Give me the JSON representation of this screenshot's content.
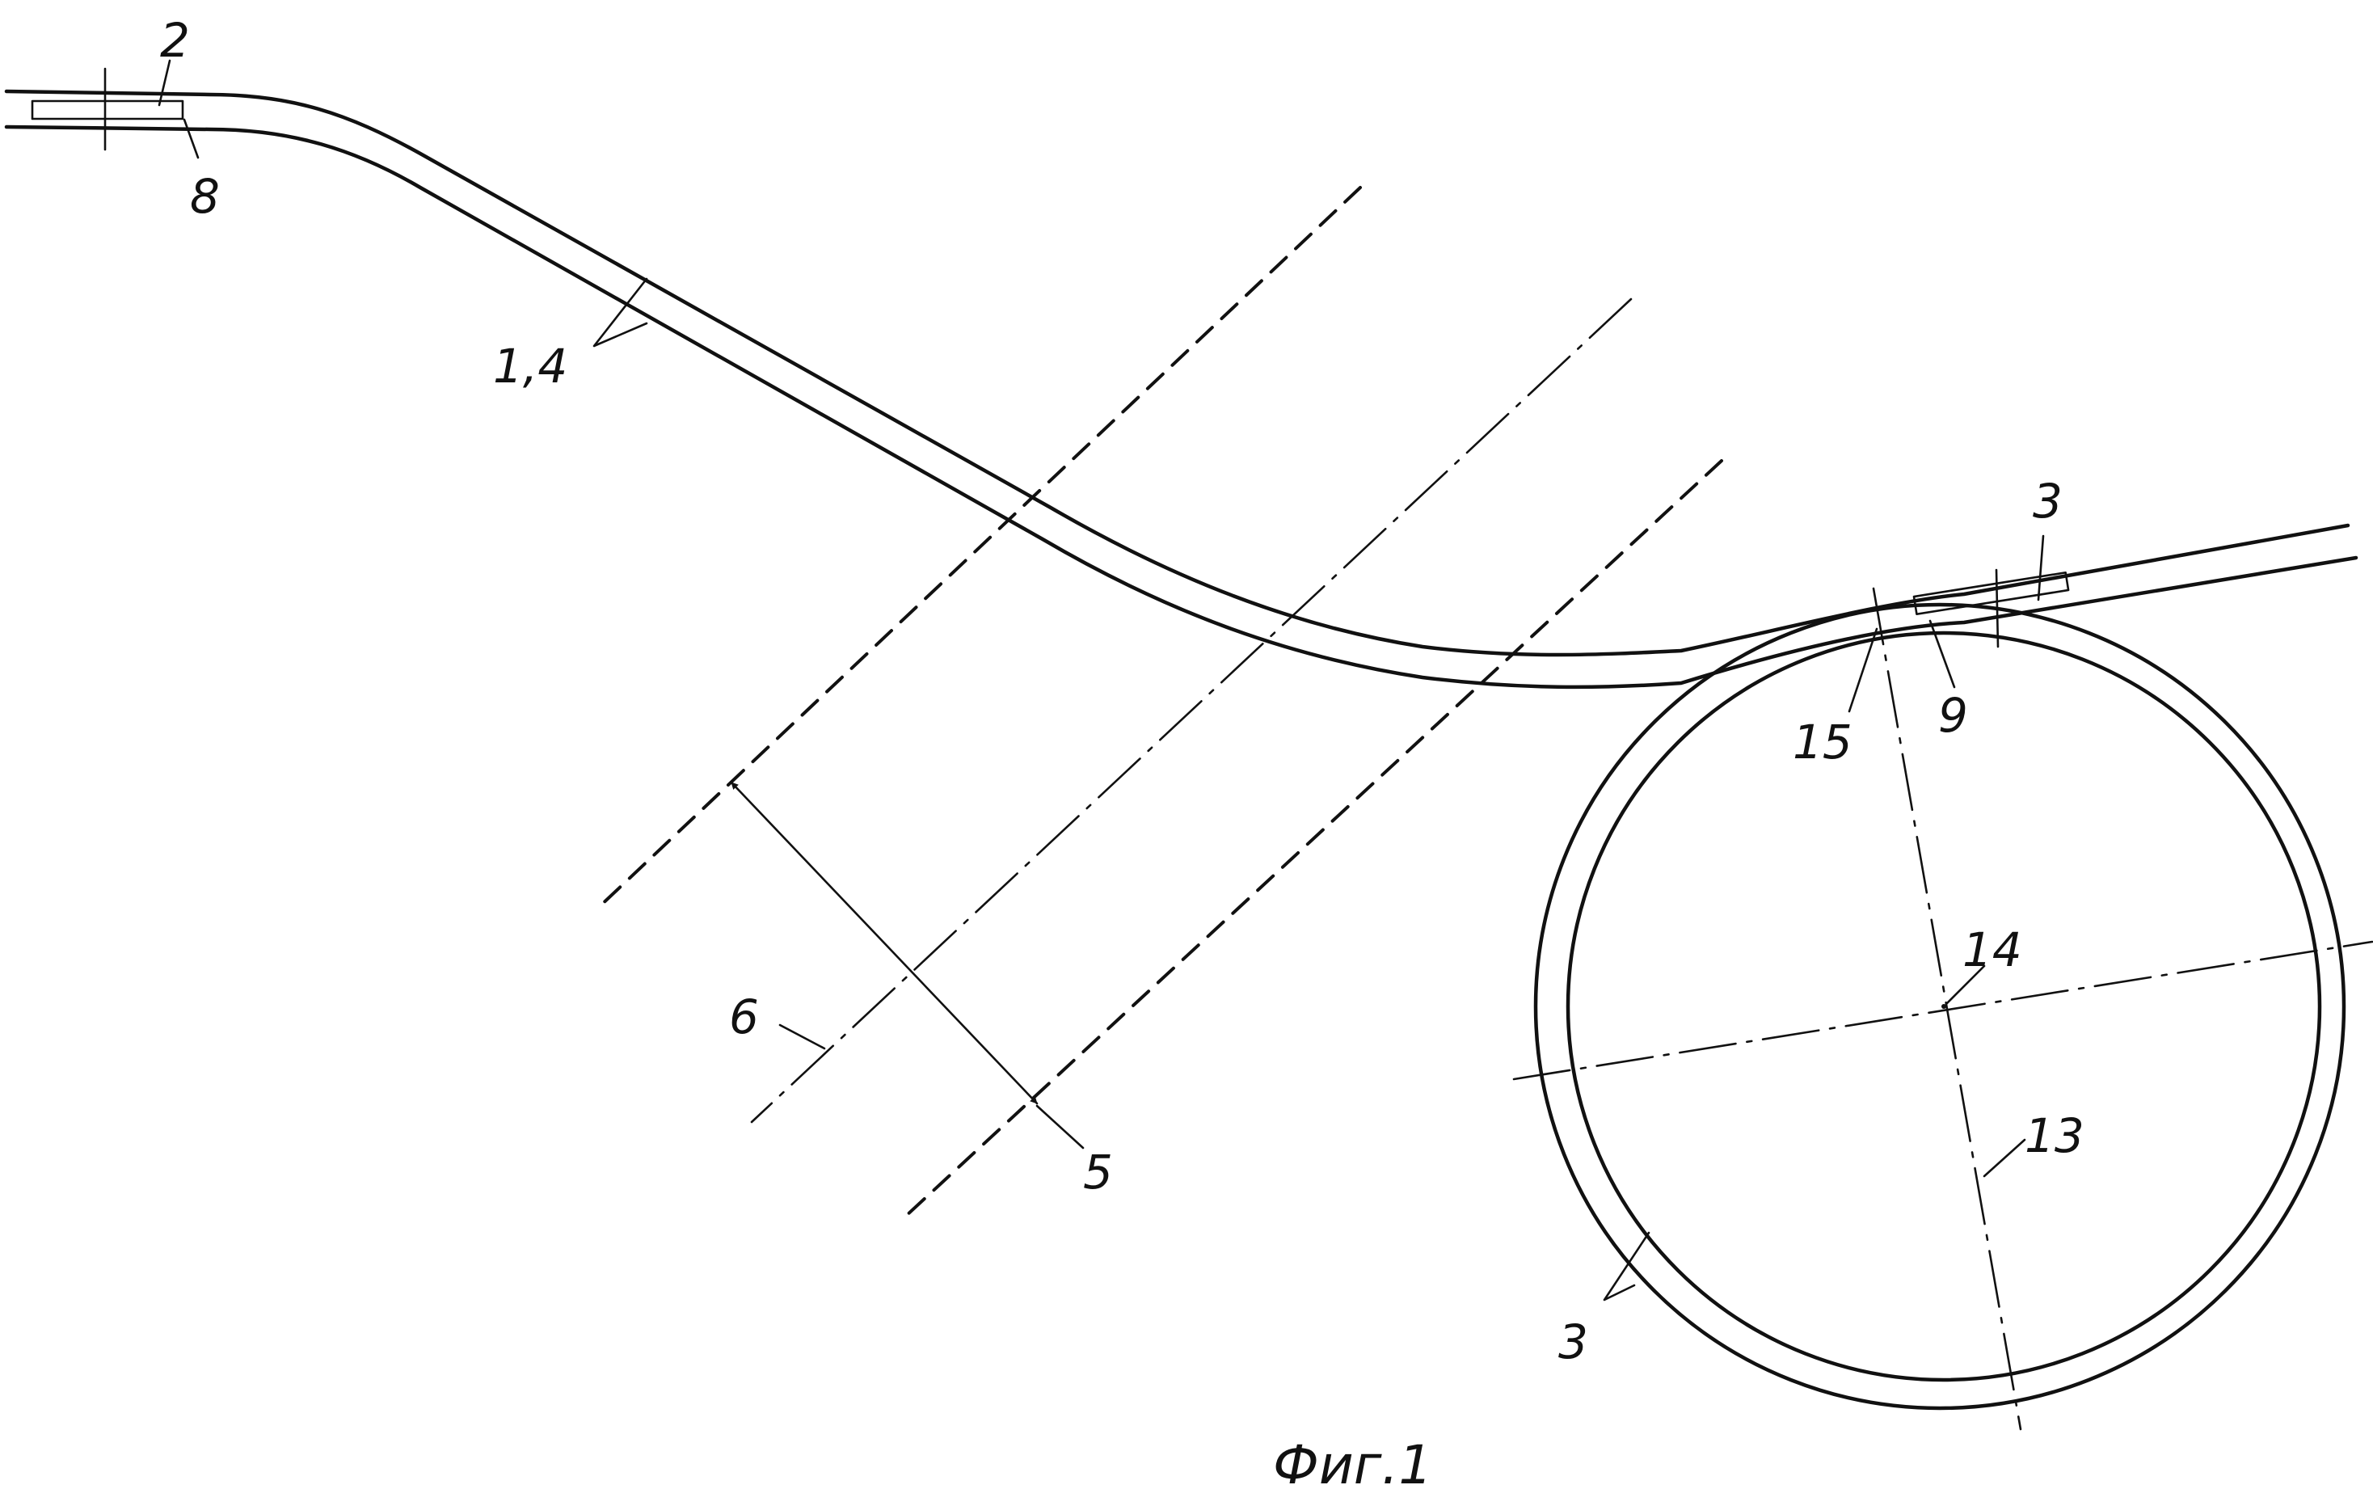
{
  "labels": {
    "l2": "2",
    "l8": "8",
    "l14a": "1,4",
    "l3top": "3",
    "l9": "9",
    "l15": "15",
    "l14": "14",
    "l13": "13",
    "l6": "6",
    "l5": "5",
    "l3bottom": "3"
  },
  "caption": "Фиг.1"
}
